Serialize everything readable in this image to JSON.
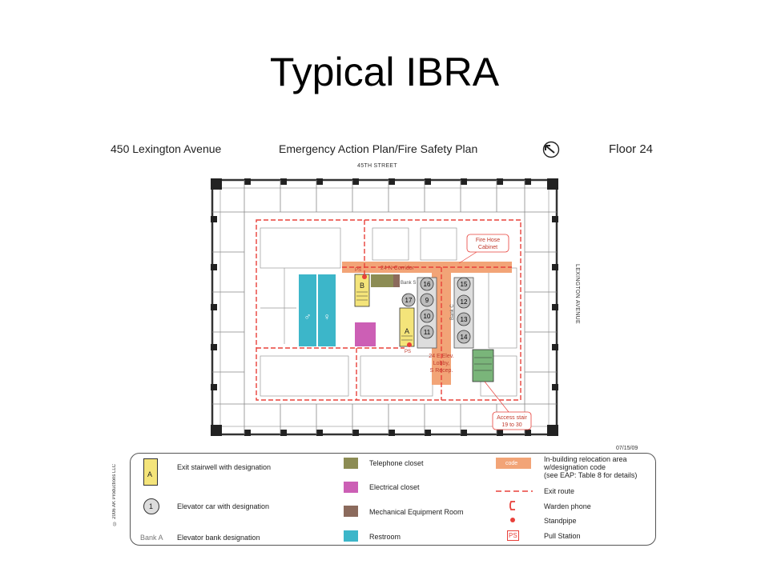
{
  "slide": {
    "title": "Typical IBRA"
  },
  "header": {
    "address": "450 Lexington Avenue",
    "plan_title": "Emergency Action Plan/Fire Safety Plan",
    "floor": "Floor 24"
  },
  "streets": {
    "north": "45TH STREET",
    "east": "LEXINGTON AVENUE"
  },
  "plan_labels": {
    "fire_hose": [
      "Fire Hose",
      "Cabinet"
    ],
    "corridor": "24 N Corridor",
    "bank_s": "Bank S",
    "bank_c": "Bank C",
    "stair_b": "B",
    "stair_a": "A",
    "pull_station_1": "PS",
    "pull_station_2": "PS",
    "elev_lobby": [
      "24 E Elev.",
      "Lobby,",
      "S Recep."
    ],
    "access_stair": [
      "Access stair",
      "19 to 30"
    ],
    "elevators_left": [
      "16",
      "17",
      "9",
      "10",
      "11"
    ],
    "elevators_right": [
      "15",
      "12",
      "13",
      "14"
    ]
  },
  "meta": {
    "date": "07/15/09",
    "copyright": "© 2006 AK Productions LLC"
  },
  "legend": {
    "stairwell": "Exit stairwell with designation",
    "stairwell_sample": "A",
    "elevator": "Elevator car with designation",
    "elevator_sample": "1",
    "bank": "Elevator bank designation",
    "bank_sample": "Bank A",
    "telephone": "Telephone closet",
    "electrical": "Electrical closet",
    "mechanical": "Mechanical Equipment Room",
    "restroom": "Restroom",
    "ibra_sample": "code",
    "ibra": [
      "In-building relocation area",
      "w/designation code",
      "(see EAP: Table 8 for details)"
    ],
    "exit_route": "Exit route",
    "warden_phone": "Warden phone",
    "standpipe": "Standpipe",
    "pull_station": "Pull Station",
    "pull_station_sample": "PS"
  },
  "colors": {
    "ibra_orange": "#f2a477",
    "exit_red": "#e8403a",
    "telephone": "#8c8c54",
    "electrical": "#cc5fb5",
    "mechanical": "#8b6a5c",
    "restroom": "#3cb6c9",
    "stairwell": "#f4e47a",
    "access_stair": "#7ab57a"
  }
}
